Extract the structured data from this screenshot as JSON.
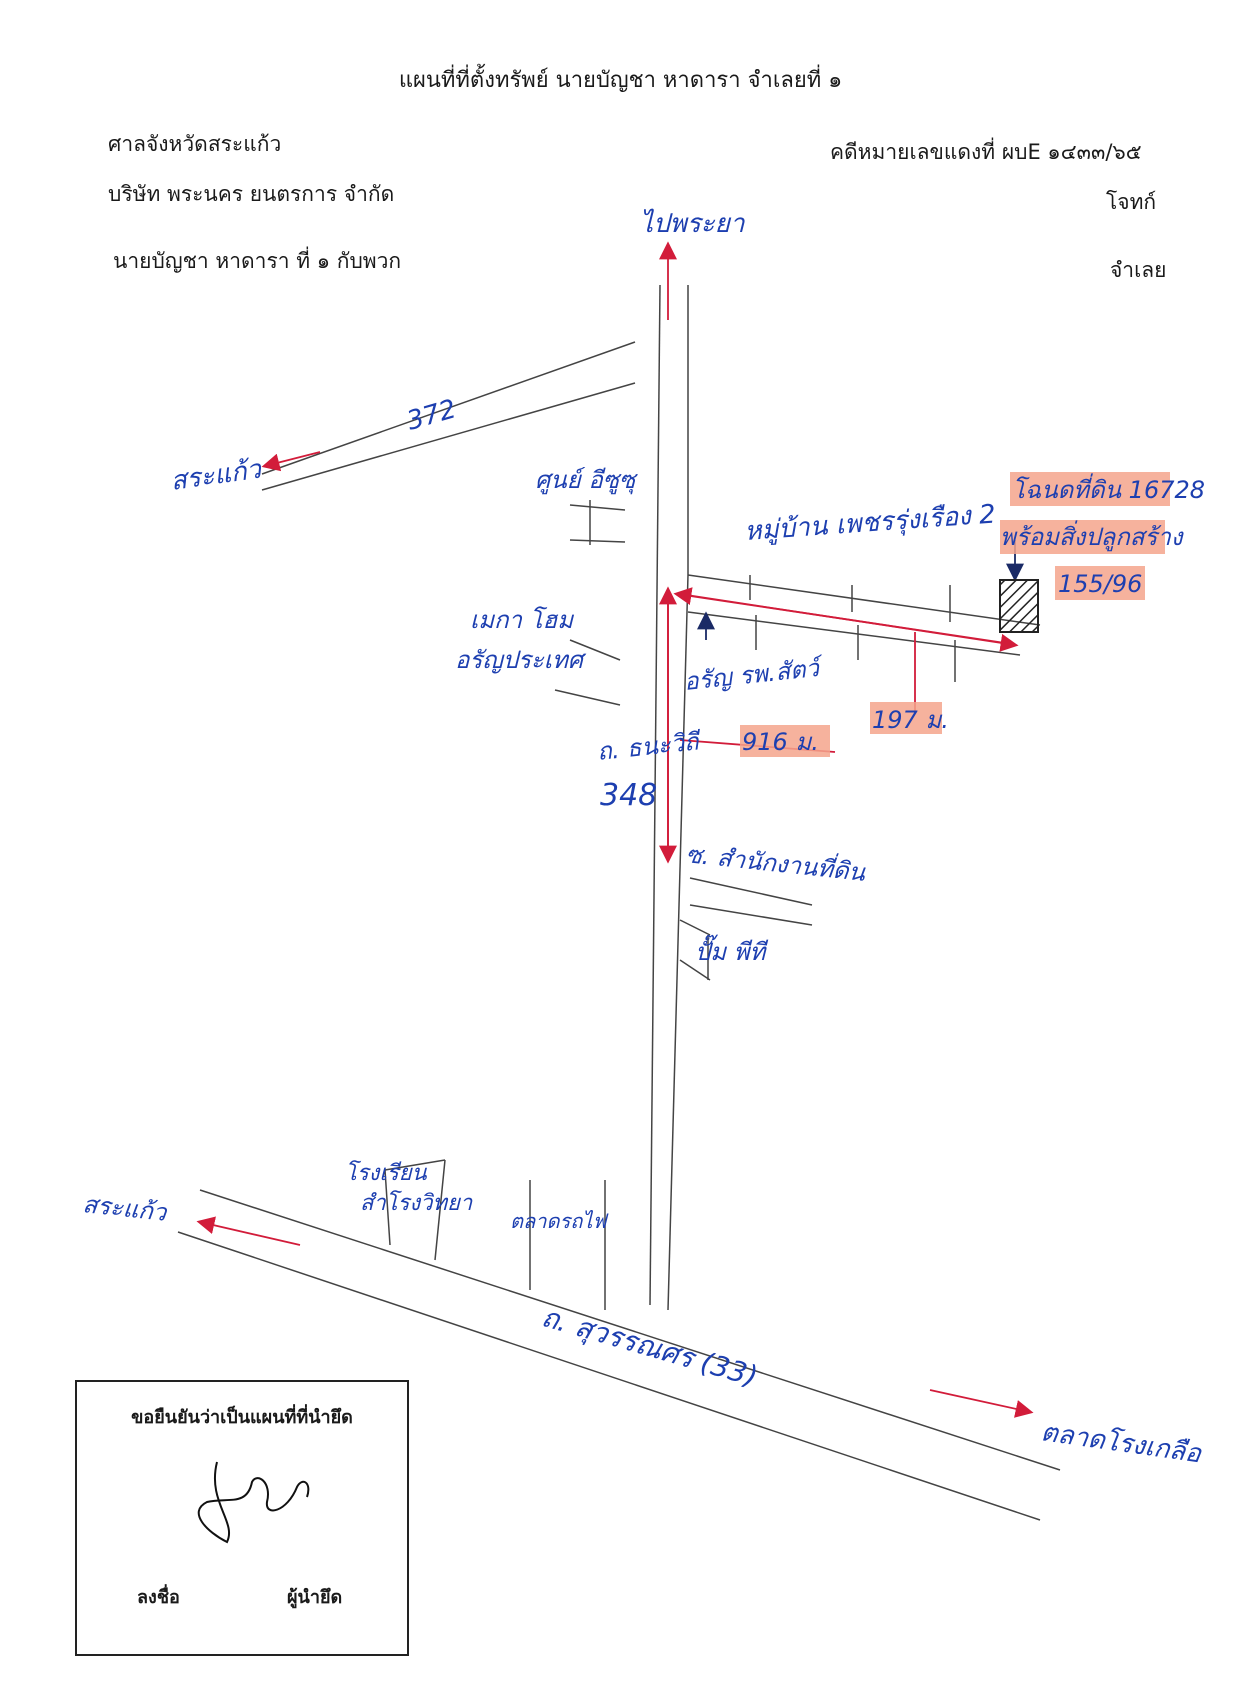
{
  "header": {
    "title": "แผนที่ที่ตั้งทรัพย์ นายบัญชา หาดารา จำเลยที่ ๑",
    "court": "ศาลจังหวัดสระแก้ว",
    "case_number": "คดีหมายเลขแดงที่ ผบE ๑๔๓๓/๖๕",
    "plaintiff_name": "บริษัท พระนคร ยนตรการ จำกัด",
    "plaintiff_role": "โจทก์",
    "defendant_name": "นายบัญชา หาดารา ที่ ๑ กับพวก",
    "defendant_role": "จำเลย"
  },
  "map_labels": {
    "to_north": "ไปพระยา",
    "road_372": "372",
    "to_sakaeo": "สระแก้ว",
    "center_name": "ศูนย์ อีซูซุ",
    "shop_line1": "เมกา โฮม",
    "shop_line2": "อรัญประเทศ",
    "village": "หมู่บ้าน เพชรรุ่งเรือง 2",
    "title_deed": "โฉนดที่ดิน 16728",
    "house_with": "พร้อมสิ่งปลูกสร้าง",
    "house_number": "155/96",
    "animal_hospital": "อรัญ รพ.สัตว์",
    "distance_1": "916 ม.",
    "distance_2": "197 ม.",
    "road_name": "ถ. ธนะวิถี",
    "road_348": "348",
    "temple_soi": "ซ. สำนักงานที่ดิน",
    "gas_station": "ปั๊ม พีที",
    "school_line1": "โรงเรียน",
    "school_line2": "สำโรงวิทยา",
    "market": "ตลาดรถไฟ",
    "to_sakaeo_2": "สระแก้ว",
    "highway": "ถ. สุวรรณศร (33)",
    "to_border_market": "ตลาดโรงเกลือ"
  },
  "stamp": {
    "confirm_text": "ขอยืนยันว่าเป็นแผนที่ที่นำยึด",
    "sign_label": "ลงชื่อ",
    "seizer_label": "ผู้นำยึด"
  },
  "colors": {
    "ink_blue": "#1d3fb0",
    "arrow_red": "#d21c3a",
    "highlight": "#f5a48c"
  }
}
